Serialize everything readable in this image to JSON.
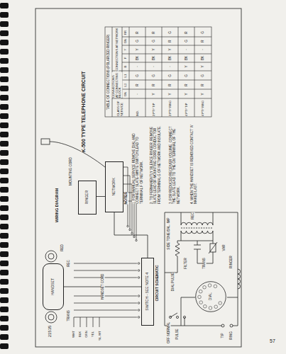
{
  "diagram": {
    "title": "K-500 TYPE TELEPHONE CIRCUIT",
    "nodes": [
      {
        "text": [
          "NETWORK"
        ]
      },
      {
        "text": [
          "SWITCH - SEE NOTE 4"
        ]
      },
      {
        "text": [
          "HANDSET"
        ]
      },
      {
        "text": [
          "DIAL"
        ]
      },
      {
        "text": [
          "RINGER"
        ]
      }
    ],
    "edges": [
      {
        "from": 4,
        "to": 0,
        "arrow": "none"
      },
      {
        "from": 0,
        "to": 1,
        "arrow": "none"
      },
      {
        "from": 2,
        "to": 1,
        "arrow": "none",
        "label": "HANDSET CORD"
      }
    ],
    "labels": [
      "TABLE OF CONNECTIONS (POLARIZED RINGER)",
      "CONNECTIONS AT NETWORK",
      "CONNECTIONS AT CONNECTING BLOCK",
      "CLASS OF SERVICE",
      "NOTES",
      "1. FOR MANUAL SERVICE REMOVE DIAL AND CONNECT SLATE-WHITE SWITCH LEAD TO TERMINAL F OF NETWORK.",
      "2. TO PERMANENTLY SILENCE RINGER, REMOVE SLATE LEAD OF MOUNTING CORD CONDUCTOR FROM TERMINAL G OF NETWORK AND INSULATE.",
      "3. FOR REDUCED RECEIVER VOLUME, CONNECT THE SLATE LEAD TO THE GN TERMINAL OF THE NETWORK.",
      "4. WHEN THE HANDSET IS REMOVED CONTACT 'A' MAKES LAST.",
      "WIRING DIAGRAM",
      "MOUNTING CORD",
      "RED",
      "WHT",
      "BLK",
      "GRN",
      "YEL",
      "SL-WT",
      "TRANS",
      "REC",
      "CIRCUIT SCHEMATIC",
      "SIDE TONE BAL. IMP",
      "TRANS",
      "REC",
      "VAR",
      "DIAL PULSE",
      "FILTER",
      "RINGER",
      "OFF NORMAL",
      "PULSE",
      "TIP",
      "RING",
      "21535",
      "57",
      "RR",
      "GN",
      "Y",
      "F",
      "B",
      "L1",
      "L2",
      "GN",
      "IND.",
      "2 PTY TIP",
      "2 PTY RING",
      "4 PTY TIP",
      "4 PTY RING",
      "R",
      "G",
      "Y",
      "BK",
      "-",
      "G",
      "R",
      "-",
      "R",
      "G",
      "Y",
      "BK",
      "-",
      "G",
      "R",
      "Y",
      "G",
      "R",
      "Y",
      "BK",
      "-",
      "G",
      "R",
      "Y",
      "R",
      "G",
      "-",
      "BK",
      "Y",
      "G",
      "R",
      "Y",
      "G",
      "R",
      "-",
      "BK",
      "Y",
      "G",
      "R",
      "Y"
    ]
  }
}
